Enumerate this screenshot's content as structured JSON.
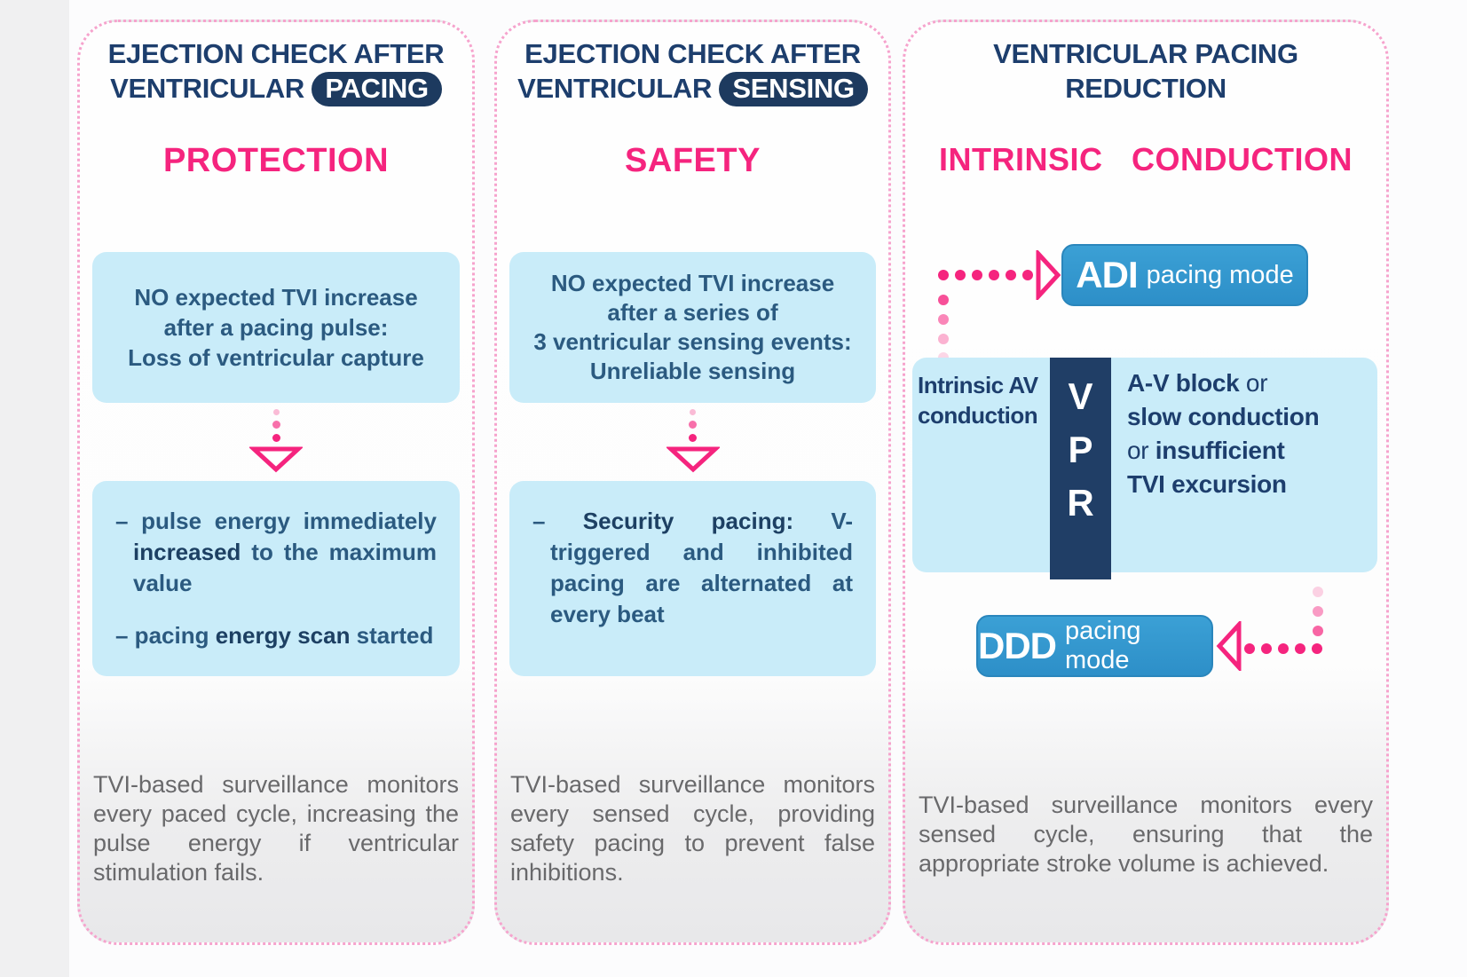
{
  "colors": {
    "navy": "#1d3e6d",
    "pill_navy": "#1d3a5f",
    "pink": "#f5247e",
    "dashed_border_pink": "#f6a3cd",
    "box_light_blue": "#c9ecf9",
    "button_blue": "#3095cc",
    "vpr_bar_navy": "#203e66",
    "footer_gray": "#69696b"
  },
  "panels": [
    {
      "title_line1": "EJECTION CHECK AFTER",
      "title_prefix": "VENTRICULAR",
      "title_pill": "PACING",
      "subtitle": "PROTECTION",
      "box1_lines": [
        "NO expected TVI increase",
        "after a pacing pulse:",
        "Loss of ventricular capture"
      ],
      "box2_items": [
        [
          {
            "t": "– pulse energy immediately "
          },
          {
            "t": "increased",
            "b": true
          },
          {
            "t": " to the maximum value"
          }
        ],
        [
          {
            "t": "– pacing "
          },
          {
            "t": "energy scan",
            "b": true
          },
          {
            "t": " started"
          }
        ]
      ],
      "footer": "TVI-based surveillance monitors every paced cycle, increasing the pulse energy if ventricular stimulation fails."
    },
    {
      "title_line1": "EJECTION CHECK AFTER",
      "title_prefix": "VENTRICULAR",
      "title_pill": "SENSING",
      "subtitle": "SAFETY",
      "box1_lines": [
        "NO expected TVI increase",
        "after a series of",
        "3 ventricular sensing events:",
        "Unreliable sensing"
      ],
      "box2_items": [
        [
          {
            "t": "– "
          },
          {
            "t": "Security pacing:",
            "b": true
          },
          {
            "t": " V-triggered and inhibited pacing are alternated at every beat"
          }
        ]
      ],
      "footer": "TVI-based surveillance monitors every sensed cycle, providing safety pacing to prevent false inhibitions."
    }
  ],
  "panel3": {
    "title_line1": "VENTRICULAR PACING",
    "title_line2": "REDUCTION",
    "subtitle": "INTRINSIC CONDUCTION",
    "adi_button": {
      "code": "ADI",
      "label": "pacing mode"
    },
    "ddd_button": {
      "code": "DDD",
      "label": "pacing mode"
    },
    "vpr": {
      "left_lines": [
        "Intrinsic AV",
        "conduction"
      ],
      "bar_letters": [
        "V",
        "P",
        "R"
      ],
      "right_segments": [
        [
          {
            "t": "A-V block",
            "b": true
          },
          {
            "t": " or"
          }
        ],
        [
          {
            "t": "slow conduction",
            "b": true
          }
        ],
        [
          {
            "t": "or "
          },
          {
            "t": "insufficient",
            "b": true
          }
        ],
        [
          {
            "t": "TVI excursion",
            "b": true
          }
        ]
      ]
    },
    "footer": "TVI-based surveillance monitors every sensed cycle, ensuring that the appropriate stroke volume is achieved."
  }
}
